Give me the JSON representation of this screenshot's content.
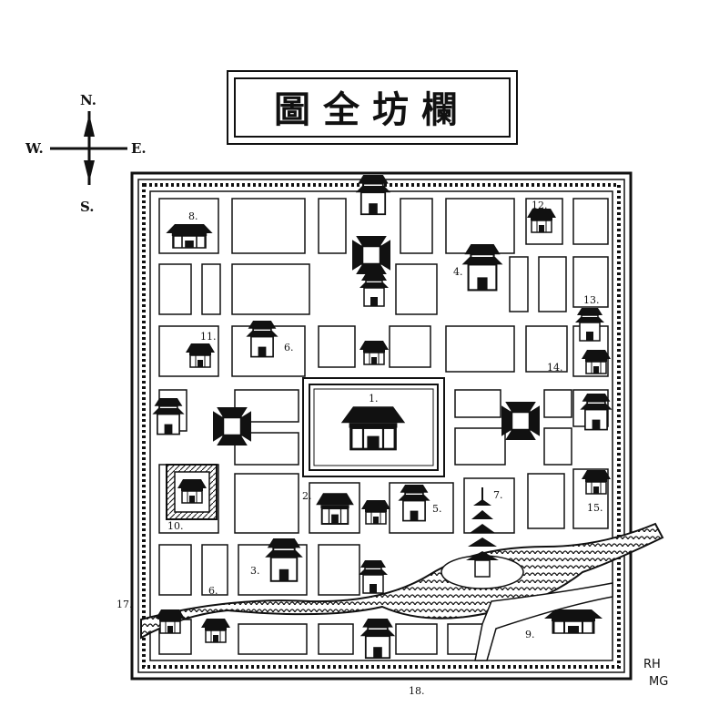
{
  "title": "圖全坊欄",
  "compass": {
    "north": "N.",
    "south": "S.",
    "east": "E.",
    "west": "W."
  },
  "labels": {
    "l1": "1.",
    "l2": "2.",
    "l3": "3.",
    "l4": "4.",
    "l5": "5.",
    "l6a": "6.",
    "l6b": "6.",
    "l7": "7.",
    "l8": "8.",
    "l9": "9.",
    "l10": "10.",
    "l11": "11.",
    "l12": "12.",
    "l13": "13.",
    "l14": "14.",
    "l15": "15.",
    "l17": "17.",
    "l18": "18."
  },
  "signature": {
    "line1": "RH",
    "line2": "MG"
  },
  "colors": {
    "ink": "#111111",
    "paper": "#ffffff"
  }
}
